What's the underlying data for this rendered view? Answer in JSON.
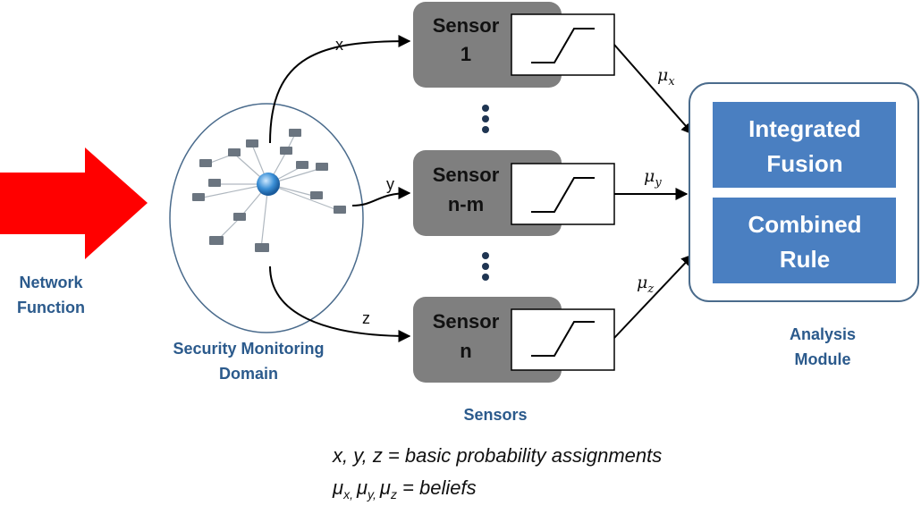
{
  "network_function": {
    "line1": "Network",
    "line2": "Function",
    "arrow_color": "#ff0000"
  },
  "monitoring_domain": {
    "line1": "Security Monitoring",
    "line2": "Domain"
  },
  "sensors": [
    {
      "line1": "Sensor",
      "line2": "1"
    },
    {
      "line1": "Sensor",
      "line2": "n-m"
    },
    {
      "line1": "Sensor",
      "line2": "n"
    }
  ],
  "sensors_caption": "Sensors",
  "inputs": {
    "x": "x",
    "y": "y",
    "z": "z"
  },
  "beliefs": {
    "mu_x": {
      "symbol": "μ",
      "sub": "x"
    },
    "mu_y": {
      "symbol": "μ",
      "sub": "y"
    },
    "mu_z": {
      "symbol": "μ",
      "sub": "z"
    }
  },
  "analysis": {
    "box1": {
      "line1": "Integrated",
      "line2": "Fusion"
    },
    "box2": {
      "line1": "Combined",
      "line2": "Rule"
    },
    "caption_line1": "Analysis",
    "caption_line2": "Module",
    "box_color": "#4a7fc1"
  },
  "legend": {
    "line1": "x, y, z = basic probability assignments",
    "line2_mux": "μ",
    "line2_mux_sub": "x,",
    "line2_muy": "μ",
    "line2_muy_sub": "y,",
    "line2_muz": "μ",
    "line2_muz_sub": "z",
    "line2_rest": " = beliefs"
  },
  "colors": {
    "sensor_fill": "#7f7f7f",
    "caption": "#2b5a8c",
    "ellipse_stroke": "#4a6b8c"
  }
}
